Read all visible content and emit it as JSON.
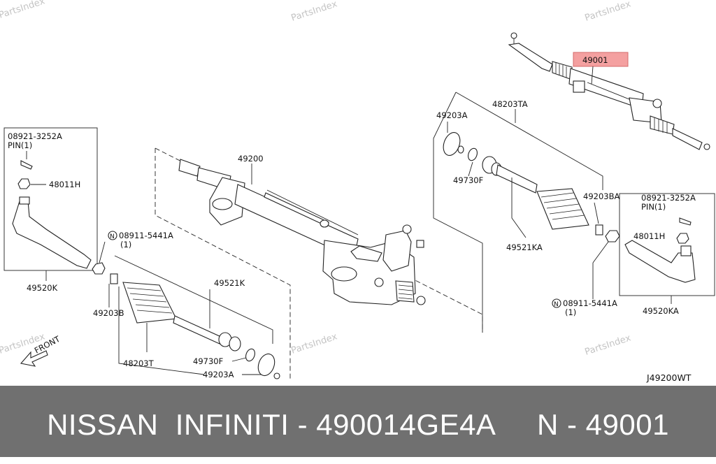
{
  "watermark": "PartsIndex",
  "highlight_color": "#f4a0a0",
  "caption": "NISSAN  INFINITI - 490014GE4A     N - 49001",
  "labels": {
    "p49001": "49001",
    "p48203TA": "48203TA",
    "p49203A_top": "49203A",
    "p49730F_top": "49730F",
    "p49203BA": "49203BA",
    "p49521KA": "49521KA",
    "p08921_right": "08921-3252A",
    "pin_right": "PIN(1)",
    "p48011H_right": "48011H",
    "p08911_right": "08911-5441A",
    "qty_right": "(1)",
    "p49520KA": "49520KA",
    "diagram_code": "J49200WT",
    "p49200": "49200",
    "p08921_left": "08921-3252A",
    "pin_left": "PIN(1)",
    "p48011H_left": "48011H",
    "p49520K": "49520K",
    "p08911_left": "08911-5441A",
    "qty_left": "(1)",
    "p49521K": "49521K",
    "p49203B": "49203B",
    "p49730F_bottom": "49730F",
    "p48203T": "48203T",
    "p49203A_bottom": "49203A",
    "front": "FRONT",
    "circle_n": "N"
  }
}
